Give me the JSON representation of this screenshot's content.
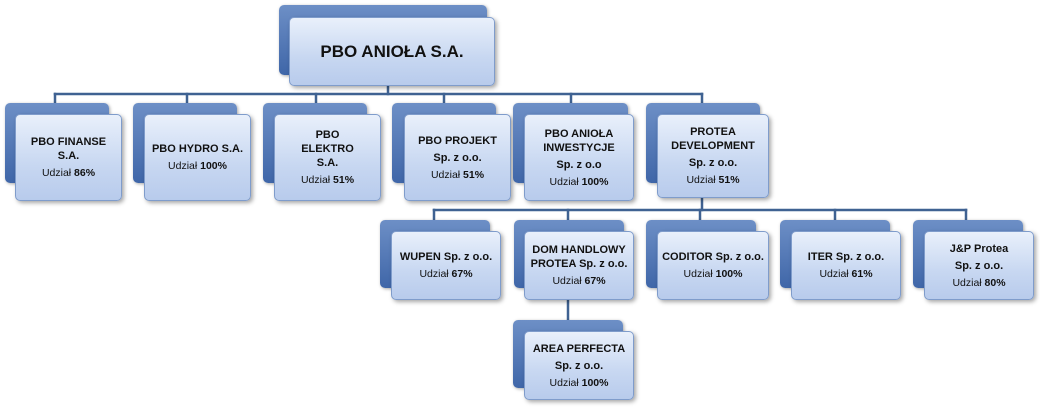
{
  "colors": {
    "connector": "#3f6292",
    "box_face": "#c7d7f1",
    "box_shadow": "#4a70ae"
  },
  "share_label": "Udział",
  "root": {
    "name": "PBO ANIOŁA S.A."
  },
  "level1": [
    {
      "name": "PBO FINANSE S.A.",
      "share": "86%"
    },
    {
      "name": "PBO HYDRO S.A.",
      "share": "100%"
    },
    {
      "name": "PBO ELEKTRO S.A.",
      "share": "51%"
    },
    {
      "name": "PBO PROJEKT",
      "sub": "Sp. z o.o.",
      "share": "51%"
    },
    {
      "name": "PBO ANIOŁA INWESTYCJE",
      "sub": "Sp. z o.o",
      "share": "100%"
    },
    {
      "name": "PROTEA DEVELOPMENT",
      "sub": "Sp. z o.o.",
      "share": "51%"
    }
  ],
  "level2": [
    {
      "name": "WUPEN Sp. z o.o.",
      "share": "67%"
    },
    {
      "name": "DOM HANDLOWY PROTEA Sp. z o.o.",
      "share": "67%"
    },
    {
      "name": "CODITOR Sp. z o.o.",
      "share": "100%"
    },
    {
      "name": "ITER Sp. z o.o.",
      "share": "61%"
    },
    {
      "name": "J&P Protea",
      "sub": "Sp. z o.o.",
      "share": "80%"
    }
  ],
  "level3": [
    {
      "name": "AREA PERFECTA",
      "sub": "Sp. z o.o.",
      "share": "100%"
    }
  ]
}
